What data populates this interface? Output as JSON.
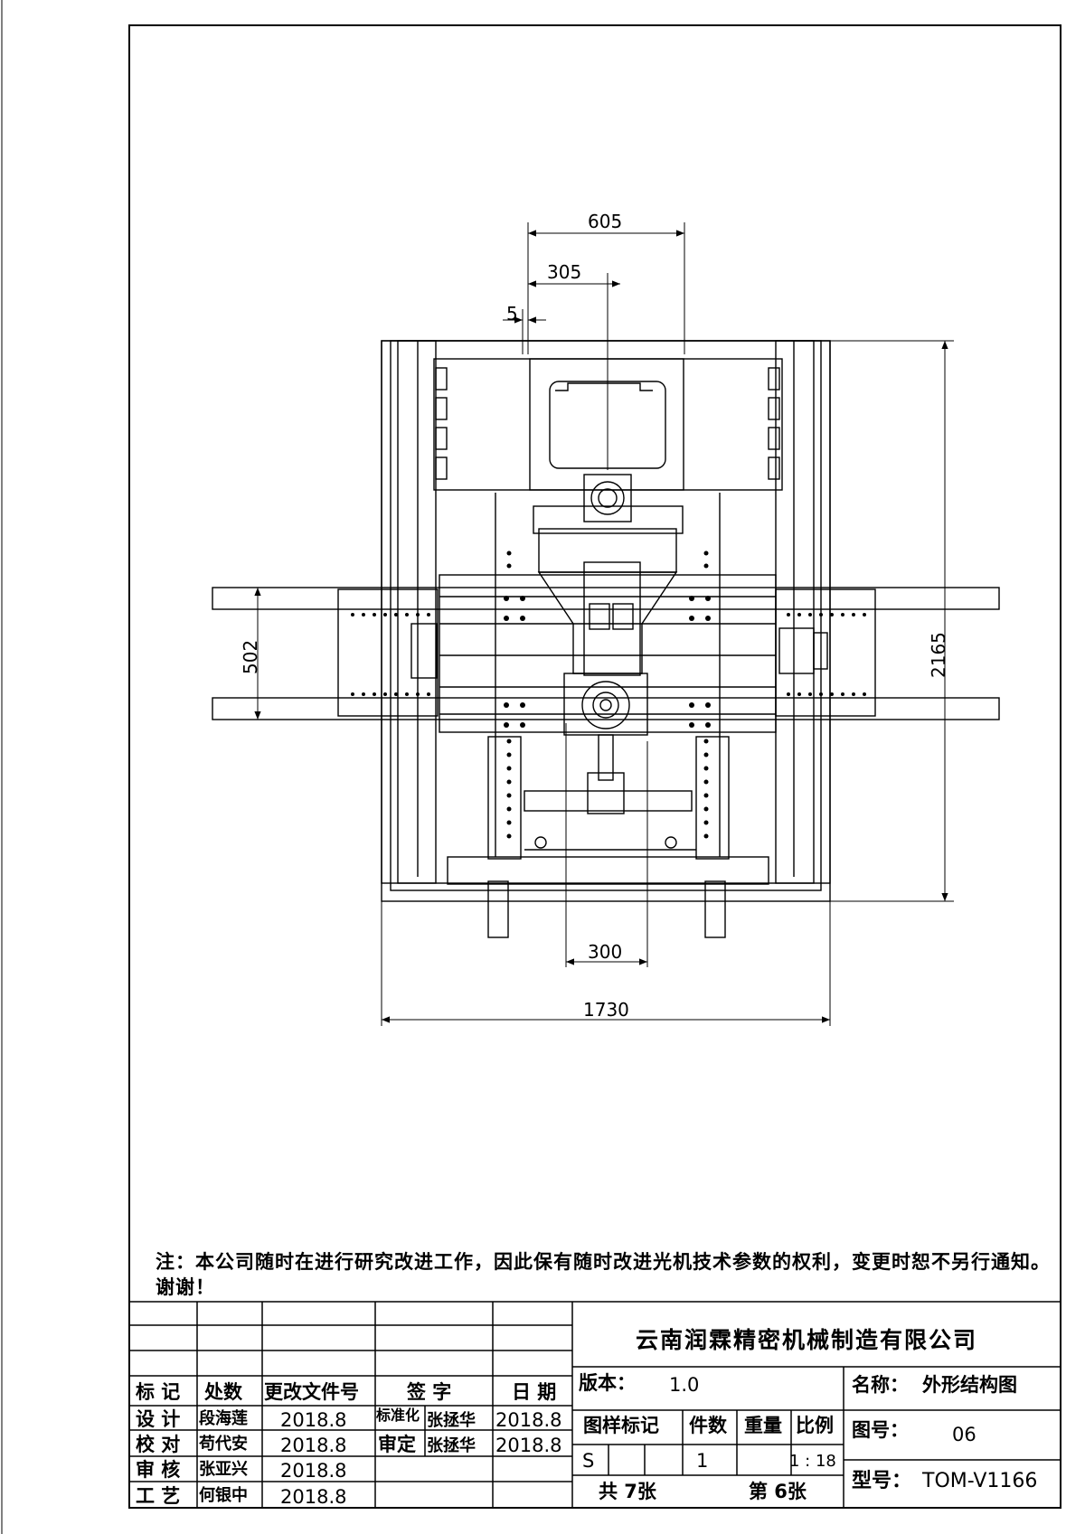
{
  "dimensions": {
    "d605": "605",
    "d305": "305",
    "d5": "5",
    "d502": "502",
    "d2165": "2165",
    "d300": "300",
    "d1730": "1730"
  },
  "note": "注：本公司随时在进行研究改进工作，因此保有随时改进光机技术参数的权利，变更时恕不另行通知。谢谢！",
  "title_block": {
    "company": "云南润霖精密机械制造有限公司",
    "version_label": "版本：",
    "version_value": "1.0",
    "name_label": "名称：",
    "name_value": "外形结构图",
    "drawing_no_label": "图号：",
    "drawing_no_value": "06",
    "model_label": "型号：",
    "model_value": "TOM-V1166",
    "col_mark": "图样标记",
    "col_qty": "件数",
    "col_weight": "重量",
    "col_scale": "比例",
    "mark_value": "S",
    "qty_value": "1",
    "scale_value": "1 : 18",
    "total_sheets": "共 7张",
    "sheet_no": "第 6张"
  },
  "revision_headers": {
    "mark": "标 记",
    "count": "处数",
    "doc_no": "更改文件号",
    "sign": "签 字",
    "date": "日 期"
  },
  "approvals": {
    "design_label": "设 计",
    "design_name": "段海莲",
    "design_date": "2018.8",
    "check_label": "校 对",
    "check_name": "苟代安",
    "check_date": "2018.8",
    "review_label": "审 核",
    "review_name": "张亚兴",
    "review_date": "2018.8",
    "process_label": "工 艺",
    "process_name": "何银中",
    "process_date": "2018.8",
    "std_label": "标准化",
    "std_name": "张拯华",
    "std_date": "2018.8",
    "approve_label": "审定",
    "approve_name": "张拯华",
    "approve_date": "2018.8"
  }
}
